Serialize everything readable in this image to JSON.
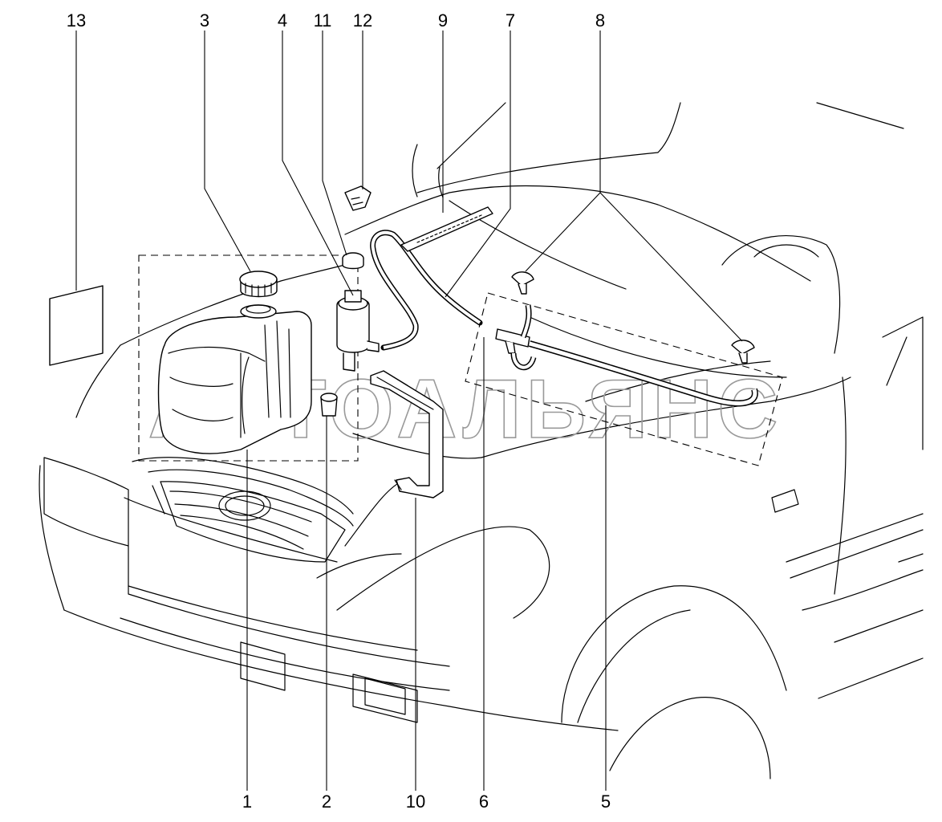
{
  "callouts": [
    {
      "id": "1",
      "text": "1"
    },
    {
      "id": "2",
      "text": "2"
    },
    {
      "id": "3",
      "text": "3"
    },
    {
      "id": "4",
      "text": "4"
    },
    {
      "id": "5",
      "text": "5"
    },
    {
      "id": "6",
      "text": "6"
    },
    {
      "id": "7",
      "text": "7"
    },
    {
      "id": "8",
      "text": "8"
    },
    {
      "id": "9",
      "text": "9"
    },
    {
      "id": "10",
      "text": "10"
    },
    {
      "id": "11",
      "text": "11"
    },
    {
      "id": "12",
      "text": "12"
    },
    {
      "id": "13",
      "text": "13"
    }
  ],
  "watermark": "АВТОАЛЬЯНС"
}
